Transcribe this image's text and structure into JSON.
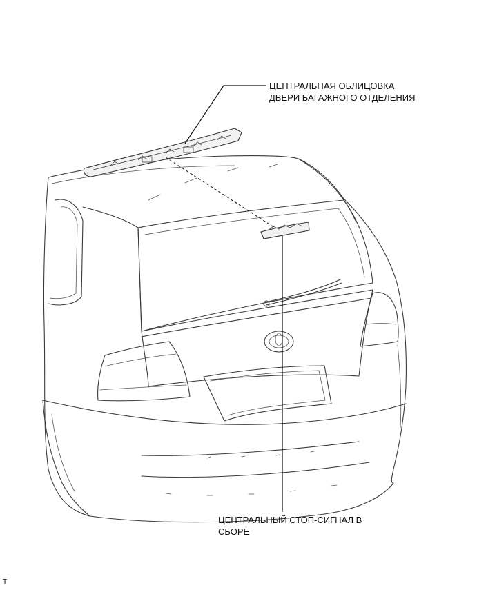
{
  "labels": {
    "trim": {
      "line1": "ЦЕНТРАЛЬНАЯ ОБЛИЦОВКА",
      "line2": "ДВЕРИ БАГАЖНОГО ОТДЕЛЕНИЯ"
    },
    "stop_lamp": {
      "line1": "ЦЕНТРАЛЬНЫЙ СТОП-СИГНАЛ В",
      "line2": "СБОРЕ"
    }
  },
  "page_marker": "T",
  "colors": {
    "line": "#3a3a3a",
    "leader": "#111111",
    "part_fill": "#f2f2f2",
    "background": "#ffffff"
  }
}
